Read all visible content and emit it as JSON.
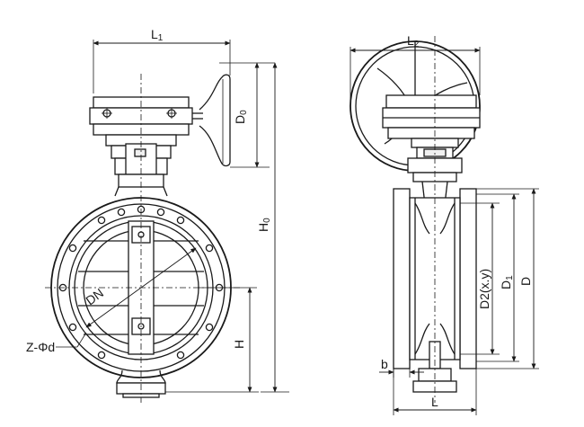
{
  "front_view": {
    "labels": {
      "L1": {
        "main": "L",
        "sub": "1"
      },
      "D0": {
        "main": "D",
        "sub": "0"
      },
      "H0": {
        "main": "H",
        "sub": "0"
      },
      "DN": "DN",
      "H": "H",
      "Z_phi_d": "Z-Φd"
    }
  },
  "side_view": {
    "labels": {
      "L2": {
        "main": "L",
        "sub": "2"
      },
      "D2": "D2(x.y)",
      "D1": {
        "main": "D",
        "sub": "1"
      },
      "D": "D",
      "b": "b",
      "L": "L"
    }
  }
}
